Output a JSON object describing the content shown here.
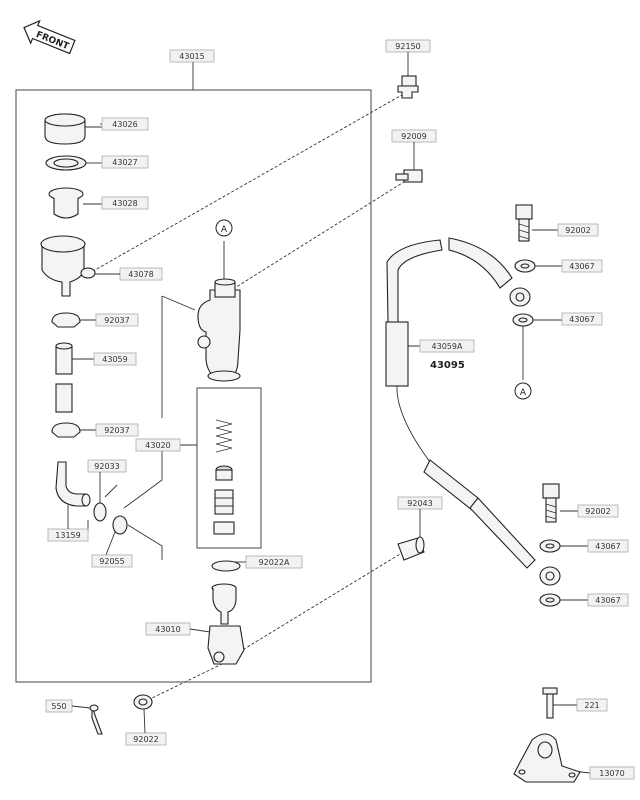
{
  "front_label": "FRONT",
  "callouts": {
    "c43015": "43015",
    "c92150": "92150",
    "c43026": "43026",
    "c43027": "43027",
    "c43028": "43028",
    "c92009": "92009",
    "c43078": "43078",
    "c92037a": "92037",
    "c43059": "43059",
    "c92037b": "92037",
    "c43020": "43020",
    "c92033": "92033",
    "c13159": "13159",
    "c92055": "92055",
    "c92022A": "92022A",
    "c92043": "92043",
    "c43010": "43010",
    "c550": "550",
    "c92022": "92022",
    "c92002a": "92002",
    "c43067a": "43067",
    "c43067b": "43067",
    "c43059A": "43059A",
    "c43095": "43095",
    "c92002b": "92002",
    "c43067c": "43067",
    "c43067d": "43067",
    "c221": "221",
    "c13070": "13070",
    "ref_a1": "A",
    "ref_a2": "A"
  },
  "colors": {
    "line": "#222222",
    "label_bg": "#f2f2f2"
  }
}
